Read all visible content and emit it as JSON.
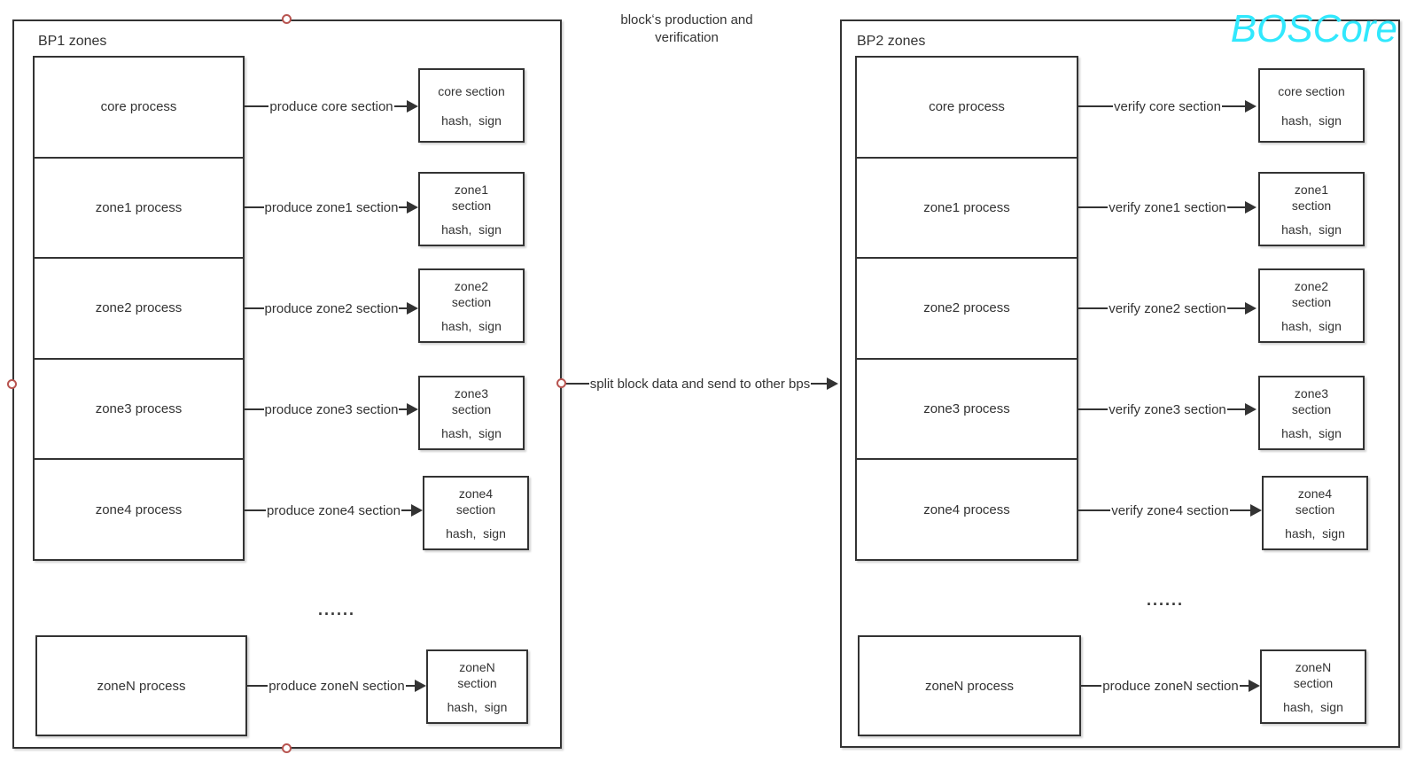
{
  "page": {
    "title_lines": [
      "blockʻs production and",
      "verification"
    ],
    "brand": "BOSCore",
    "brand_color": "#31e8fd",
    "connection_point_color": "#b85450",
    "line_color": "#333333",
    "dots": "......"
  },
  "middle_arrow": {
    "label": "split block data and send to other bps"
  },
  "bp1": {
    "title": "BP1 zones",
    "rows": [
      {
        "process": "core process",
        "arrow": "produce core section",
        "section_lines": [
          "core section"
        ],
        "hash": "hash,  sign"
      },
      {
        "process": "zone1 process",
        "arrow": "produce zone1 section",
        "section_lines": [
          "zone1",
          "section"
        ],
        "hash": "hash,  sign"
      },
      {
        "process": "zone2 process",
        "arrow": "produce zone2 section",
        "section_lines": [
          "zone2",
          "section"
        ],
        "hash": "hash,  sign"
      },
      {
        "process": "zone3 process",
        "arrow": "produce zone3 section",
        "section_lines": [
          "zone3",
          "section"
        ],
        "hash": "hash,  sign"
      },
      {
        "process": "zone4 process",
        "arrow": "produce zone4 section",
        "section_lines": [
          "zone4",
          "section"
        ],
        "hash": "hash,  sign"
      }
    ],
    "zonen": {
      "process": "zoneN process",
      "arrow": "produce zoneN section",
      "section_lines": [
        "zoneN",
        "section"
      ],
      "hash": "hash,  sign"
    }
  },
  "bp2": {
    "title": "BP2 zones",
    "rows": [
      {
        "process": "core process",
        "arrow": "verify core section",
        "section_lines": [
          "core section"
        ],
        "hash": "hash,  sign"
      },
      {
        "process": "zone1 process",
        "arrow": "verify zone1 section",
        "section_lines": [
          "zone1",
          "section"
        ],
        "hash": "hash,  sign"
      },
      {
        "process": "zone2 process",
        "arrow": "verify zone2 section",
        "section_lines": [
          "zone2",
          "section"
        ],
        "hash": "hash,  sign"
      },
      {
        "process": "zone3 process",
        "arrow": "verify zone3 section",
        "section_lines": [
          "zone3",
          "section"
        ],
        "hash": "hash,  sign"
      },
      {
        "process": "zone4 process",
        "arrow": "verify zone4 section",
        "section_lines": [
          "zone4",
          "section"
        ],
        "hash": "hash,  sign"
      }
    ],
    "zonen": {
      "process": "zoneN process",
      "arrow": "produce zoneN section",
      "section_lines": [
        "zoneN",
        "section"
      ],
      "hash": "hash,  sign"
    }
  }
}
